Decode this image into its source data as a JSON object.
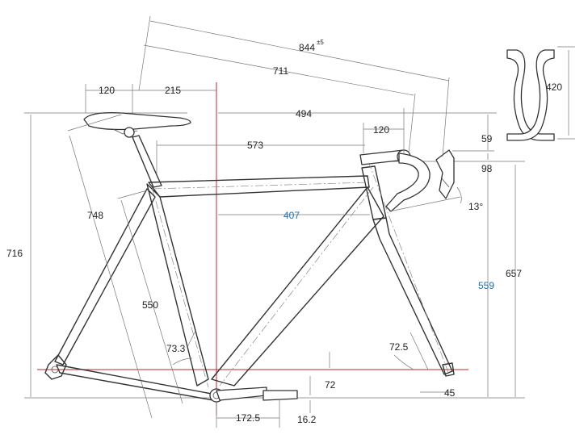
{
  "colors": {
    "frame": "#333333",
    "dimension": "#777777",
    "reference_line": "#c0262d",
    "highlight_value": "#1a6fb0"
  },
  "dimensions": {
    "top_diagonal": "844",
    "top_diagonal_tolerance": "±5",
    "saddle_to_hood": "711",
    "saddle_setback": "120",
    "saddle_nose": "215",
    "reach_to_bars": "494",
    "stem_length": "120",
    "effective_top_tube": "573",
    "reach": "407",
    "seat_tube_height": "748",
    "saddle_height": "716",
    "seat_tube_length": "550",
    "seat_angle": "73.3",
    "head_angle": "72.5",
    "bar_drop": "59",
    "stem_stack": "98",
    "hood_angle": "13°",
    "stack": "559",
    "hood_height": "657",
    "bb_drop": "72",
    "crank_offset": "16.2",
    "chainstay_offset": "172.5",
    "fork_rake": "45",
    "handlebar_width": "420"
  }
}
